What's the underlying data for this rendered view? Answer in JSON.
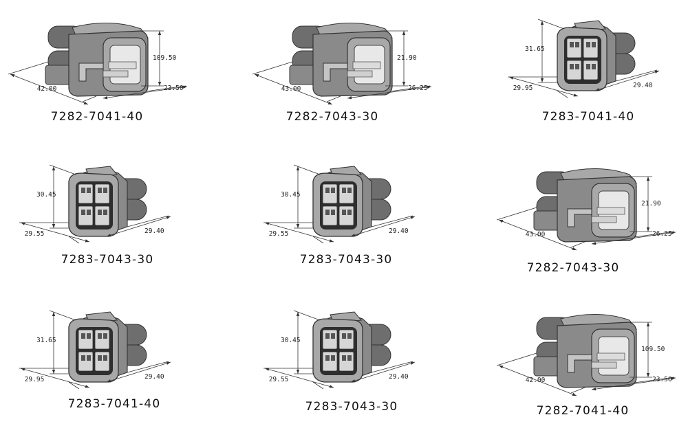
{
  "connectors": [
    {
      "part_number": "7282-7041-40",
      "view": "plug",
      "length": "42.00",
      "width": "23.50",
      "height": "109.50"
    },
    {
      "part_number": "7282-7043-30",
      "view": "plug",
      "length": "43.00",
      "width": "26.25",
      "height": "21.90"
    },
    {
      "part_number": "7283-7041-40",
      "view": "receptacle",
      "length": "29.95",
      "width": "29.40",
      "height": "31.65"
    },
    {
      "part_number": "7283-7043-30",
      "view": "receptacle",
      "length": "29.55",
      "width": "29.40",
      "height": "30.45"
    },
    {
      "part_number": "7283-7043-30",
      "view": "receptacle",
      "length": "29.55",
      "width": "29.40",
      "height": "30.45"
    },
    {
      "part_number": "7282-7043-30",
      "view": "plug",
      "length": "43.00",
      "width": "26.25",
      "height": "21.90"
    },
    {
      "part_number": "7283-7041-40",
      "view": "receptacle",
      "length": "29.95",
      "width": "29.40",
      "height": "31.65"
    },
    {
      "part_number": "7283-7043-30",
      "view": "receptacle",
      "length": "29.55",
      "width": "29.40",
      "height": "30.45"
    },
    {
      "part_number": "7282-7041-40",
      "view": "plug",
      "length": "42.00",
      "width": "23.50",
      "height": "109.50"
    }
  ],
  "colors": {
    "body_dark": "#6e6e6e",
    "body_mid": "#8a8a8a",
    "body_light": "#a8a8a8",
    "body_pale": "#c4c4c4",
    "line": "#333333"
  }
}
